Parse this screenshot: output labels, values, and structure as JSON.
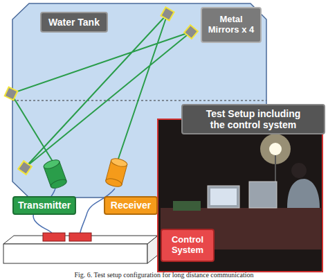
{
  "diagram": {
    "caption": "Fig. 6. Test setup configuration for long distance communication",
    "nodes": [
      {
        "text": [
          "Water Tank"
        ]
      },
      {
        "text": [
          "Metal Mirrors x 4"
        ]
      },
      {
        "text": [
          "Transmitter"
        ]
      },
      {
        "text": [
          "Receiver"
        ]
      },
      {
        "text": [
          "Control System"
        ]
      },
      {
        "text": [
          "Test Setup including the control system"
        ]
      }
    ]
  }
}
